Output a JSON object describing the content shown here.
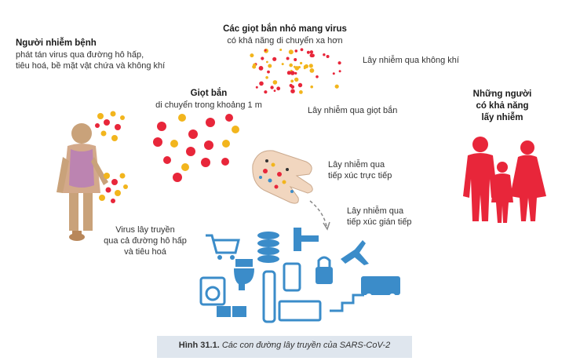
{
  "infected": {
    "title": "Người nhiễm bệnh",
    "lines": [
      "phát tán virus qua đường hô hấp,",
      "tiêu hoá, bề mặt vật chứa và không khí"
    ]
  },
  "small_droplets": {
    "title": "Các giọt bắn nhỏ mang virus",
    "subtitle": "có khả năng di chuyển xa hơn"
  },
  "airborne": {
    "label": "Lây nhiễm qua không khí"
  },
  "droplets": {
    "title": "Giọt bắn",
    "subtitle": "di chuyển trong khoảng 1 m"
  },
  "droplet_transmission": {
    "label": "Lây nhiễm qua giọt bắn"
  },
  "susceptible": {
    "lines": [
      "Những người",
      "có khả năng",
      "lấy nhiễm"
    ]
  },
  "direct_contact": {
    "lines": [
      "Lây nhiễm qua",
      "tiếp xúc trực tiếp"
    ]
  },
  "indirect_contact": {
    "lines": [
      "Lây nhiễm qua",
      "tiếp xúc gián tiếp"
    ]
  },
  "digestive": {
    "lines": [
      "Virus lây truyền",
      "qua cả đường hô hấp",
      "và tiêu hoá"
    ]
  },
  "caption": {
    "number": "Hình 31.1.",
    "text": "Các con đường lây truyền của SARS-CoV-2"
  },
  "colors": {
    "red": "#e8263a",
    "yellow": "#f2b51d",
    "object_blue": "#3b8cc9",
    "person_purple": "#b97fb5",
    "person_tan": "#c9a27a"
  }
}
